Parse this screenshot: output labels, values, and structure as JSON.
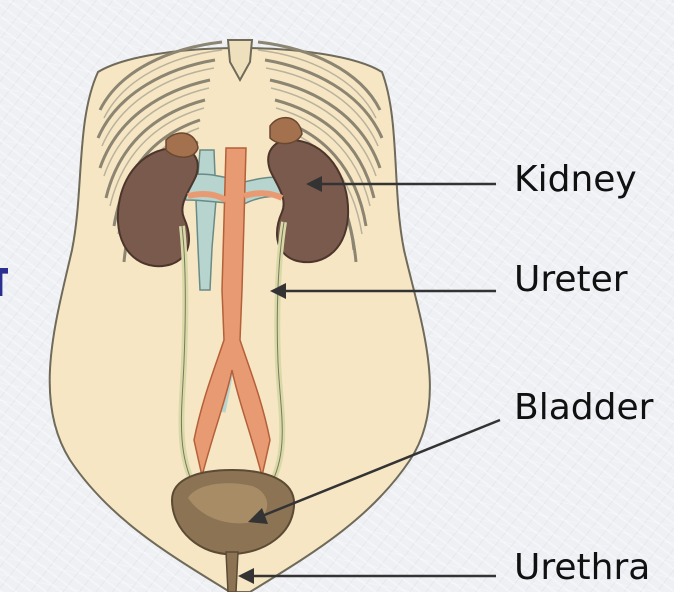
{
  "labels": {
    "kidney": "Kidney",
    "ureter": "Ureter",
    "bladder": "Bladder",
    "urethra": "Urethra"
  },
  "colors": {
    "background": "#eef0f4",
    "body_skin": "#f6e6c4",
    "body_outline": "#6f6a5a",
    "kidney": "#7a5a4c",
    "adrenal": "#a4714e",
    "aorta": "#e89a72",
    "vena_cava": "#b7d4cf",
    "bladder": "#8c7354",
    "leader_line": "#333333",
    "label_text": "#111111"
  }
}
